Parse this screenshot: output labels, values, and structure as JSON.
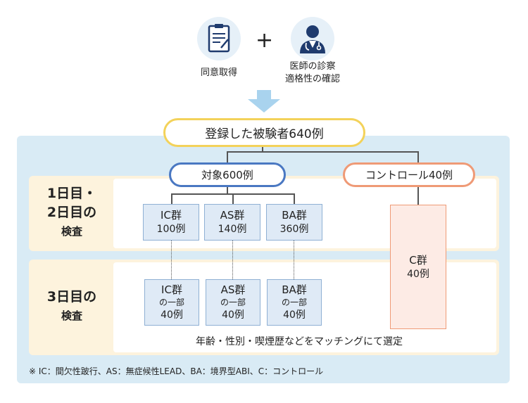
{
  "top": {
    "consent_label": "同意取得",
    "doctor_label_line1": "医師の診察",
    "doctor_label_line2": "適格性の確認",
    "plus": "+"
  },
  "registered": "登録した被験者640例",
  "target": "対象600例",
  "control": "コントロール40例",
  "bands": {
    "day12": [
      "1日目・",
      "2日目の",
      "検査"
    ],
    "day3": [
      "3日目の",
      "検査"
    ]
  },
  "day12_boxes": [
    {
      "title": "IC群",
      "count": "100例"
    },
    {
      "title": "AS群",
      "count": "140例"
    },
    {
      "title": "BA群",
      "count": "360例"
    }
  ],
  "day3_boxes": [
    {
      "title": "IC群",
      "sub": "の一部",
      "count": "40例"
    },
    {
      "title": "AS群",
      "sub": "の一部",
      "count": "40例"
    },
    {
      "title": "BA群",
      "sub": "の一部",
      "count": "40例"
    }
  ],
  "control_box": {
    "title": "C群",
    "count": "40例"
  },
  "matching_note": "年齢・性別・喫煙歴などをマッチングにて選定",
  "footnote": "※ IC：間欠性跛行、AS：無症候性LEAD、BA：境界型ABI、C：コントロール",
  "colors": {
    "panel": "#d9ebf5",
    "band": "#fdf3dd",
    "registered_border": "#f3d25a",
    "target_border": "#4a78c2",
    "control_border": "#ef9a76",
    "box_fill": "#dfeaf6",
    "control_fill": "#fdebe5",
    "arrow": "#a9d3ee"
  }
}
